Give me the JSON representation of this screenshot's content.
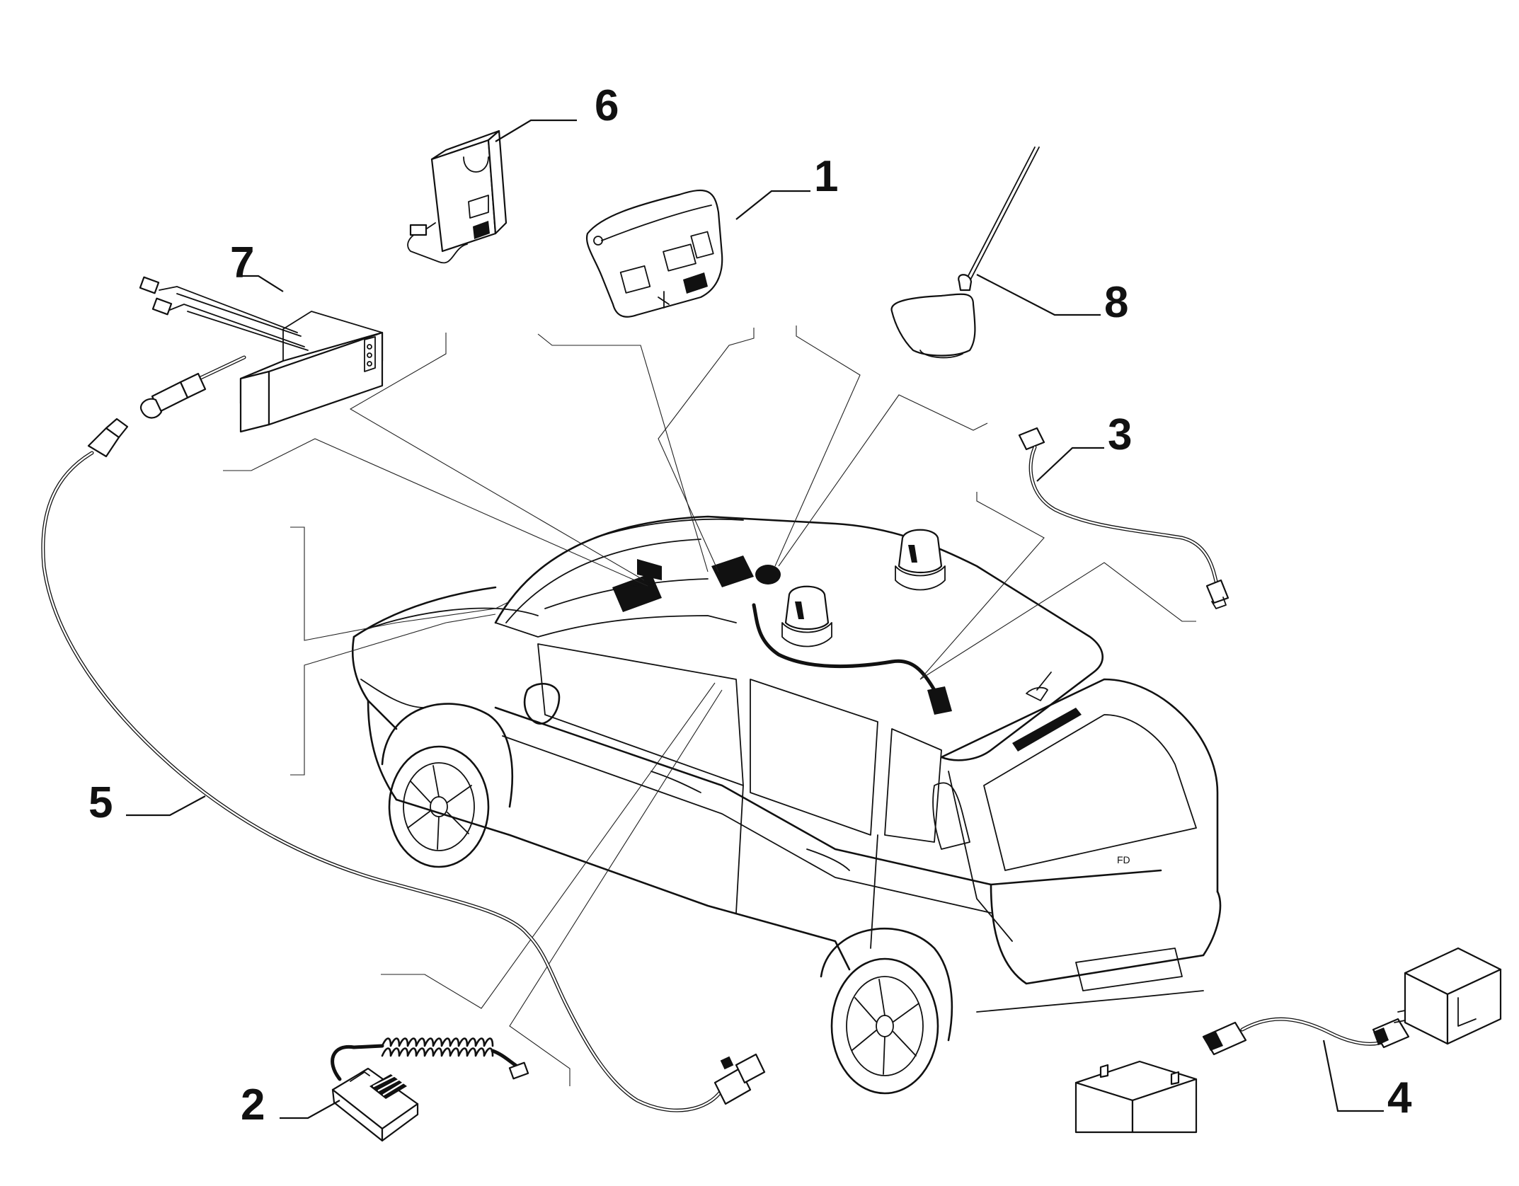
{
  "diagram": {
    "callouts": [
      {
        "id": "1",
        "label": "1",
        "part": "control-panel"
      },
      {
        "id": "2",
        "label": "2",
        "part": "keypad-with-coiled-cable"
      },
      {
        "id": "3",
        "label": "3",
        "part": "roof-cable"
      },
      {
        "id": "4",
        "label": "4",
        "part": "battery-cable"
      },
      {
        "id": "5",
        "label": "5",
        "part": "long-cable-harness"
      },
      {
        "id": "6",
        "label": "6",
        "part": "handset-holder"
      },
      {
        "id": "7",
        "label": "7",
        "part": "radio-unit"
      },
      {
        "id": "8",
        "label": "8",
        "part": "roof-antenna"
      }
    ],
    "vehicle_badge": "FD",
    "colors": {
      "line": "#111111",
      "background": "#ffffff"
    }
  }
}
